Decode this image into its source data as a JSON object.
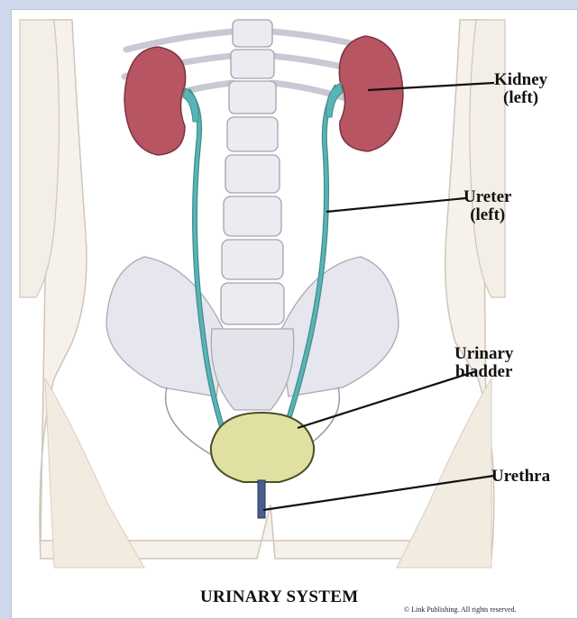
{
  "labels": {
    "kidney": {
      "line1": "Kidney",
      "line2": "(left)"
    },
    "ureter": {
      "line1": "Ureter",
      "line2": "(left)"
    },
    "bladder": {
      "line1": "Urinary",
      "line2": "bladder"
    },
    "urethra": {
      "line1": "Urethra"
    }
  },
  "caption": "URINARY SYSTEM",
  "copyright": "© Link Publishing. All rights reserved.",
  "colors": {
    "kidney": "#b85563",
    "ureter": "#5bb3b4",
    "bladder": "#dfe0a2",
    "bone": "#e6e6ee",
    "body": "#f6f1ea",
    "frame": "#cdd9ea"
  }
}
